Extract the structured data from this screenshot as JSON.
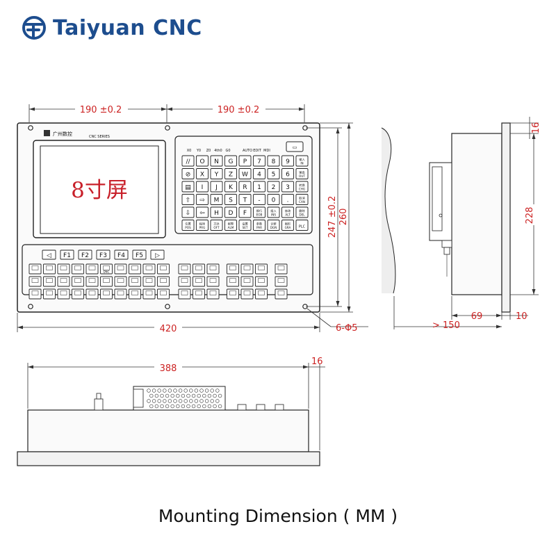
{
  "brand": {
    "name": "Taiyuan CNC",
    "logo_icon": "taiyuan-swirl-logo-icon",
    "brand_color": "#1d4d8e"
  },
  "caption": "Mounting Dimension ( MM )",
  "dimension_color": "#cc2222",
  "front_view": {
    "screen_label": "8寸屏",
    "panel_logo": "广州数控",
    "series_label": "CNC SERIES",
    "dims": {
      "half_width_left": "190 ±0.2",
      "half_width_right": "190 ±0.2",
      "total_width": "420",
      "total_height": "260",
      "hole_spacing_height": "247 ±0.2",
      "holes": "6-Φ5"
    },
    "axis_labels": [
      "X0",
      "Y0",
      "Z0",
      "4th0",
      "G0"
    ],
    "mode_labels": [
      "AUTO",
      "EDIT",
      "MDI"
    ],
    "key_rows": [
      [
        "//",
        "O",
        "N",
        "G",
        "P",
        "7",
        "8",
        "9",
        "输入 IN"
      ],
      [
        "⊘",
        "X",
        "Y",
        "Z",
        "W",
        "4",
        "5",
        "6",
        "输出 OUT"
      ],
      [
        "▤",
        "I",
        "J",
        "K",
        "R",
        "1",
        "2",
        "3",
        "转换 CHG"
      ],
      [
        "⇧",
        "⇨",
        "M",
        "S",
        "T",
        "-",
        "0",
        ".",
        "取消 CAN"
      ],
      [
        "⇩",
        "⇦",
        "H",
        "D",
        "F",
        "换行 EOB",
        "插入 INS",
        "修改 ALT",
        "删除 DEL"
      ],
      [
        "位置 POS",
        "程序 PRG",
        "刀补 OFT",
        "报警 ALM",
        "设置 SET",
        "参数 PAR",
        "诊断 DGN",
        "图形 GRA",
        "PLC"
      ]
    ],
    "function_keys": [
      "◁",
      "F1",
      "F2",
      "F3",
      "F4",
      "F5",
      "▷"
    ],
    "machine_keys_row1": [
      "",
      "",
      "",
      "",
      "",
      "DNC",
      "",
      "",
      "",
      "",
      "",
      "",
      "",
      "",
      "",
      "",
      ""
    ],
    "machine_keys_row2": [
      "",
      "",
      "",
      "",
      "",
      "",
      "",
      "",
      "",
      "",
      "",
      "",
      "",
      "",
      "",
      "",
      ""
    ],
    "machine_keys_row3": [
      "",
      "",
      "",
      "",
      "",
      "",
      "",
      "",
      "",
      "",
      "",
      "",
      "",
      "",
      "",
      "",
      ""
    ]
  },
  "side_view": {
    "dims": {
      "thickness_top": "16",
      "inner_height": "228",
      "depth": "69",
      "flange": "10",
      "clearance": "> 150"
    }
  },
  "top_view": {
    "dims": {
      "width": "388",
      "thickness": "16"
    }
  }
}
